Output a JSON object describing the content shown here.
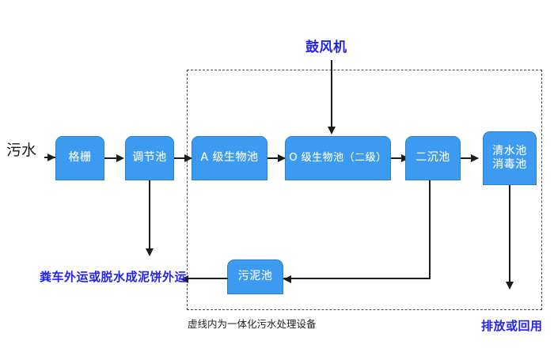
{
  "diagram": {
    "title_caption": "虚线内为一体化污水处理设备",
    "enclosure_note": "虚线内为一体化污水处理设备",
    "colors": {
      "box_fill": "#3c9bf0",
      "box_border": "#2f7fc7",
      "box_text": "#ffffff",
      "label_blue": "#2323f0",
      "label_black": "#1a1a1a",
      "connector": "#1c1c1c",
      "dashed_border": "#4a4a4a",
      "background": "#ffffff"
    },
    "nodes": [
      {
        "id": "grid",
        "label": "格栅"
      },
      {
        "id": "equalize",
        "label": "调节池"
      },
      {
        "id": "a_stage",
        "label": "A 级生物池"
      },
      {
        "id": "o_stage",
        "label": "O 级生物池（二级）"
      },
      {
        "id": "secondary",
        "label": "二沉池"
      },
      {
        "id": "clearwater",
        "label": "清水池\n消毒池"
      },
      {
        "id": "sludge",
        "label": "污泥池"
      }
    ],
    "labels": {
      "influent": "污水",
      "blower": "鼓风机",
      "sludge_disposal": "粪车外运或脱水成泥饼外运",
      "effluent": "排放或回用",
      "caption": "虚线内为一体化污水处理设备"
    }
  }
}
